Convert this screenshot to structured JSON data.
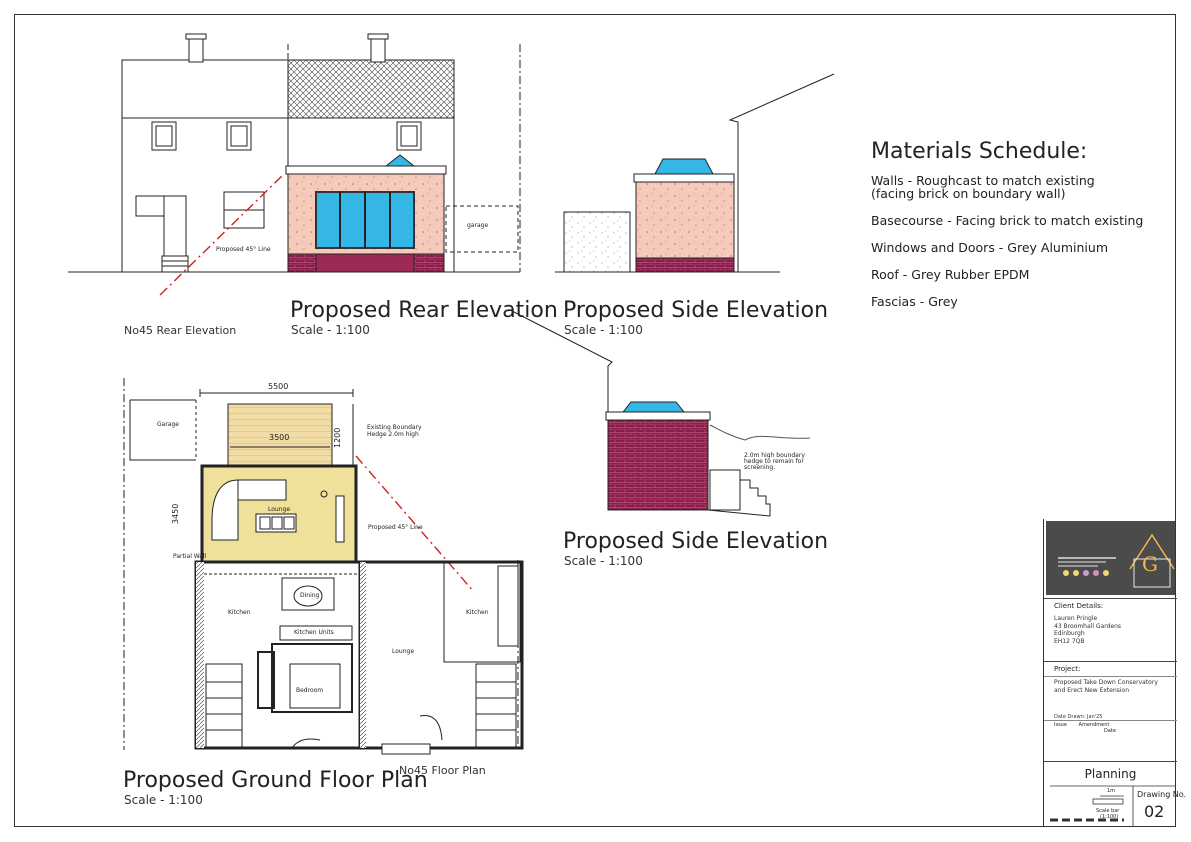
{
  "titles": {
    "rear_elevation": "Proposed Rear Elevation",
    "rear_scale": "Scale - 1:100",
    "side_elevation_1": "Proposed Side Elevation",
    "side_scale_1": "Scale - 1:100",
    "side_elevation_2": "Proposed Side Elevation",
    "side_scale_2": "Scale - 1:100",
    "ground_floor": "Proposed Ground Floor Plan",
    "ground_scale": "Scale - 1:100",
    "no45_rear": "No45 Rear Elevation",
    "no45_floor": "No45 Floor Plan"
  },
  "materials": {
    "title": "Materials Schedule:",
    "items": [
      "Walls - Roughcast to match existing",
      "(facing brick on boundary wall)",
      "Basecourse - Facing brick to match existing",
      "Windows and Doors - Grey Aluminium",
      "Roof - Grey Rubber EPDM",
      "Fascias - Grey"
    ]
  },
  "labels": {
    "proposed45_a": "Proposed 45° Line",
    "garage_a": "garage",
    "garage_b": "Garage",
    "dim_5500": "5500",
    "dim_3500": "3500",
    "dim_1200": "1200",
    "dim_3450": "3450",
    "fence": "Existing Boundary",
    "fence2": "Hedge 2.0m high",
    "proposed45_b": "Proposed 45° Line",
    "lounge_a": "Lounge",
    "lounge_b": "Lounge",
    "dining": "Dining",
    "kitchen_a": "Kitchen",
    "kitchen_b": "Kitchen",
    "kitchen_units": "Kitchen Units",
    "bedroom": "Bedroom",
    "partial_wall": "Partial Wall",
    "hedge_note_1": "2.0m high boundary",
    "hedge_note_2": "hedge to remain for",
    "hedge_note_3": "screening."
  },
  "titleblock": {
    "client_heading": "Client Details:",
    "client_lines": [
      "Lauren Pringle",
      "43 Broomhall Gardens",
      "Edinburgh",
      "EH12 7QB"
    ],
    "project_heading": "Project:",
    "project_lines": [
      "Proposed Take Down Conservatory",
      "and Erect New Extension"
    ],
    "date_drawn": "Date Drawn: Jan'25",
    "issue": "Issue",
    "amendment": "Amendment",
    "date": "Date",
    "status": "Planning",
    "drawing_no_label": "Drawing No.",
    "drawing_no": "02",
    "scale_label": "Scale bar",
    "scale_ratio": "(1:100)",
    "scalebar_len": "1m"
  },
  "colors": {
    "roughcast": "#f6c9bb",
    "brick": "#8b1d4a",
    "glass": "#35b7e6",
    "extension_floor": "#efe09a",
    "decking": "#f1dca6",
    "dashdot": "#d42020"
  }
}
